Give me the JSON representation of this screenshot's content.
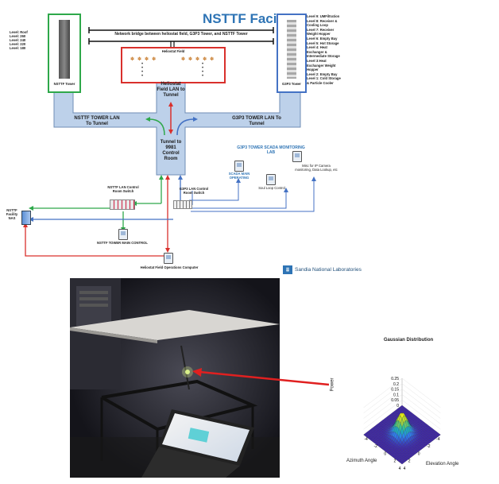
{
  "title": "NSTTF Facility",
  "bridge_note": "Network bridge between heliostat field, G3P3 Tower, and NSTTF Tower",
  "left_levels": [
    "Level: Roof",
    "Level: 260",
    "Level: 240",
    "Level: 220",
    "Level: 180"
  ],
  "nsttf_tower_label": "NSTTF Tower",
  "g3p3_tower_label": "G3P3 Tower",
  "heliostat_field_label": "Heliostat Field",
  "right_levels": [
    "Level 9: UMFiltration",
    "Level 8: Receiver &",
    "Cooling Loop",
    "Level 7: Receiver",
    "Weight Hopper",
    "Level 6: Empty Bay",
    "Level 5: Hot Storage",
    "Level 4: Heat",
    "Exchanger &",
    "Intermediate Storage",
    "Level 3:Heat",
    "Exchanger Weight",
    "Hopper",
    "Level 2: Empty Bay",
    "Level 1: Cold Storage",
    "& Particle Cooler"
  ],
  "lan_heliostat": "Heliostat Field LAN to Tunnel",
  "lan_nsttf": "NSTTF TOWER LAN To Tunnel",
  "lan_g3p3": "G3P3 TOWER LAN To Tunnel",
  "tunnel": "Tunnel to 9981 Control Room",
  "g3p3_lab": "G3P3 TOWER SCADA MONITORING LAB",
  "scada_main": "SCADA MAIN OPERATING",
  "soul_loop": "Soul Loop Control",
  "misc_ip": "Misc for IP Camera monitoring, Data Lookup, etc",
  "nsttf_switch": "NSTTF LAN Control Room Switch",
  "g3p3_switch": "G3P3 LAN Control Room Switch",
  "nas": "NSTTF Facility NAS",
  "nsttf_main": "NSTTF TOWER MAIN CONTROL",
  "heliostat_ops": "Heliostat Field Operations Computer",
  "sandia": "Sandia National Laboratories",
  "colors": {
    "green": "#2ea84a",
    "blue": "#4472c4",
    "red": "#d9302c",
    "lan": "#bdd1ea",
    "lanborder": "#6f8db5"
  },
  "chart_data": {
    "type": "surface",
    "title": "Gaussian Distribution",
    "xlabel": "Azimuth Angle",
    "ylabel": "Elevation Angle",
    "zlabel": "Power",
    "z_ticks": [
      "0",
      "0.05",
      "0.1",
      "0.15",
      "0.2",
      "0.25"
    ],
    "x_ticks": [
      "-4",
      "-2",
      "0",
      "2",
      "4"
    ],
    "y_ticks": [
      "-4",
      "-2",
      "0",
      "2",
      "4"
    ],
    "zlim": [
      0,
      0.25
    ],
    "peak": 0.2,
    "peak_at": [
      0,
      0
    ]
  }
}
